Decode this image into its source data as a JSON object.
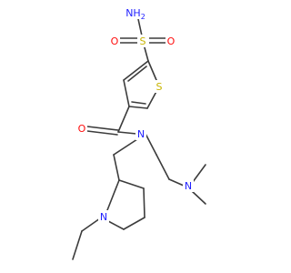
{
  "colors": {
    "bond": "#3c3c3c",
    "carbon": "#3c3c3c",
    "nitrogen": "#2020ff",
    "oxygen": "#ff0d0d",
    "sulfur": "#c8b400"
  },
  "atoms": {
    "nh2": {
      "main": "NH",
      "sub": "2"
    },
    "s_sulfonyl": "S",
    "o_left": "O",
    "o_right": "O",
    "s_ring": "S",
    "o_carbonyl": "O",
    "n_amide": "N",
    "n_dimethyl": "N",
    "n_pyrrolidine": "N"
  }
}
